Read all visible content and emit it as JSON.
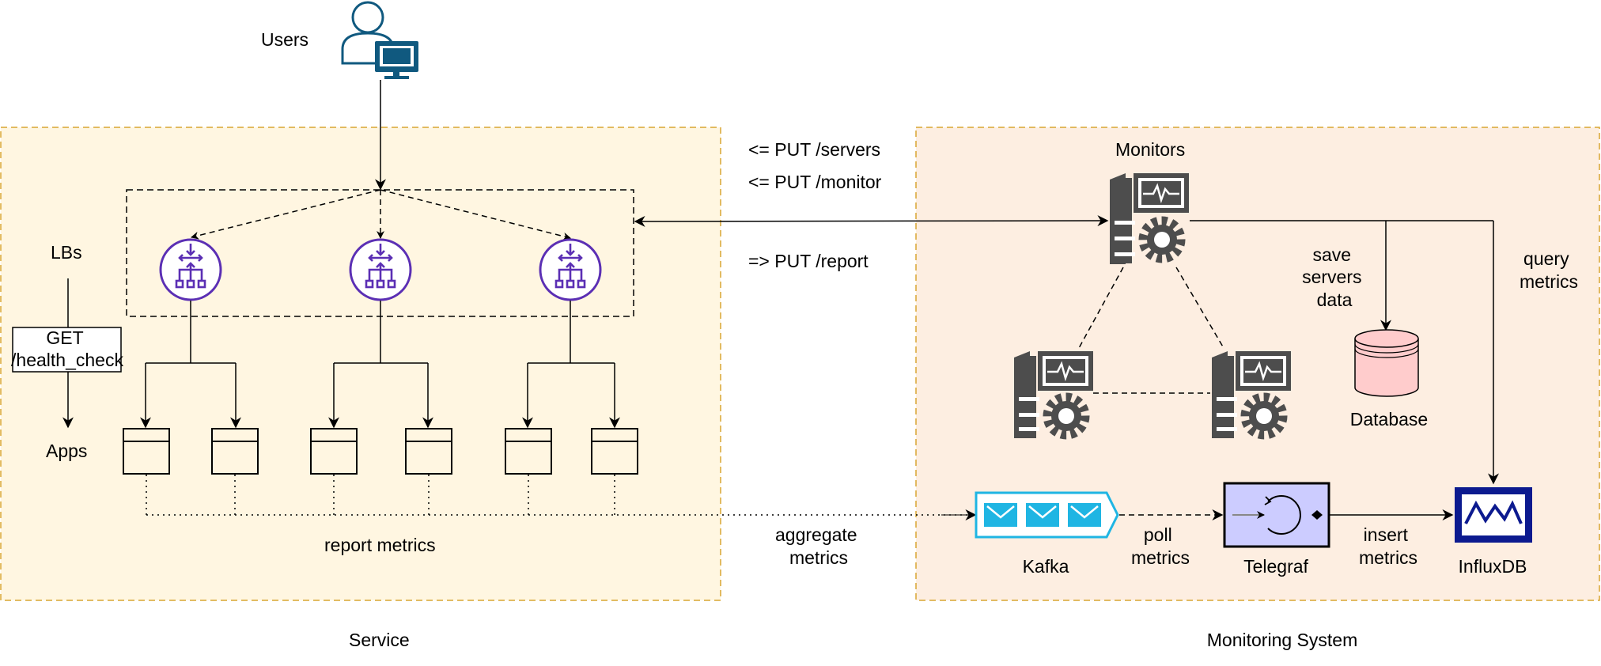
{
  "colors": {
    "service_fill": "#fff6e1",
    "service_border": "#d9a632",
    "monitoring_fill": "#fdeee1",
    "monitoring_border": "#d9a632",
    "lb_purple": "#5b2fb4",
    "server_gray": "#4d4d4d",
    "user_blue": "#10597f",
    "kafka_blue": "#1fb5e3",
    "telegraf_fill": "#ccccff",
    "influx_blue": "#0c1a8f",
    "db_fill": "#ffcccc"
  },
  "icons": {
    "user": "user-computer-icon",
    "load_balancer": "load-balancer-icon",
    "server": "server-monitor-gear-icon",
    "kafka": "message-queue-icon",
    "telegraf": "telegraf-icon",
    "influxdb": "influxdb-icon",
    "database": "database-cylinder-icon"
  },
  "labels": {
    "users": "Users",
    "lbs": "LBs",
    "health_check": [
      "GET",
      "/health_check"
    ],
    "apps": "Apps",
    "report_metrics": "report metrics",
    "service": "Service",
    "put_servers": "<= PUT /servers",
    "put_monitor": "<= PUT /monitor",
    "put_report": "=> PUT /report",
    "aggregate_metrics": [
      "aggregate",
      "metrics"
    ],
    "monitors": "Monitors",
    "save_servers_data": [
      "save",
      "servers",
      "data"
    ],
    "query_metrics": [
      "query",
      "metrics"
    ],
    "database": "Database",
    "kafka": "Kafka",
    "poll_metrics": [
      "poll",
      "metrics"
    ],
    "telegraf": "Telegraf",
    "insert_metrics": [
      "insert",
      "metrics"
    ],
    "influxdb": "InfluxDB",
    "monitoring_system": "Monitoring System"
  }
}
